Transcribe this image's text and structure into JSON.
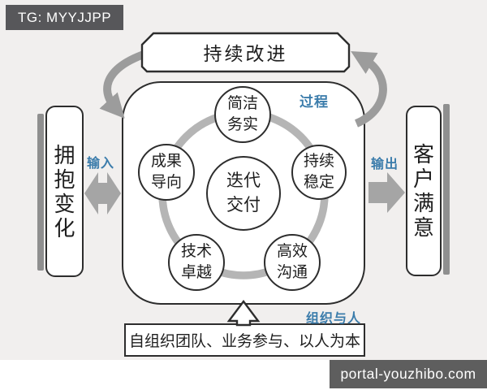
{
  "watermarks": {
    "tg_badge": "TG: MYYJJPP",
    "site_badge": "portal-youzhibo.com"
  },
  "diagram": {
    "top_cycle": {
      "label": "持续改进"
    },
    "process": {
      "corner_label": "过程"
    },
    "input": {
      "label": "输入",
      "source_box": "拥抱变化"
    },
    "output": {
      "label": "输出",
      "target_box": "客户满意"
    },
    "center_circle": {
      "label": "迭代\n交付"
    },
    "ring_circles": {
      "top": "简洁\n务实",
      "right_top": "持续\n稳定",
      "right_bottom": "高效\n沟通",
      "left_bottom": "技术\n卓越",
      "left": "成果\n导向"
    },
    "people": {
      "corner_label": "组织与人",
      "box": "自组织团队、业务参与、以人为本"
    }
  },
  "colors": {
    "accent_blue": "#3b7cab",
    "arrow_gray": "#a5a5a5",
    "cycle_arrow_gray": "#9c9c9c",
    "ring_gray": "#b5b5b5",
    "border_dark": "#2d2d2d",
    "badge_gray": "#57575a",
    "photo_background": "#f1efee"
  }
}
